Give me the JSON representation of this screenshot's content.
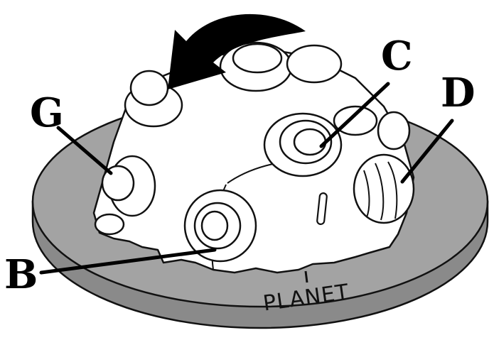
{
  "labels": {
    "b": "B",
    "c": "C",
    "d": "D",
    "g": "G"
  },
  "brand_text": "PLANET",
  "colors": {
    "base": "#a3a3a3",
    "base_rim": "#8a8a8a",
    "outline": "#111111",
    "arrow": "#000000"
  },
  "icons": {
    "rotation": "curved-arrow-icon"
  }
}
